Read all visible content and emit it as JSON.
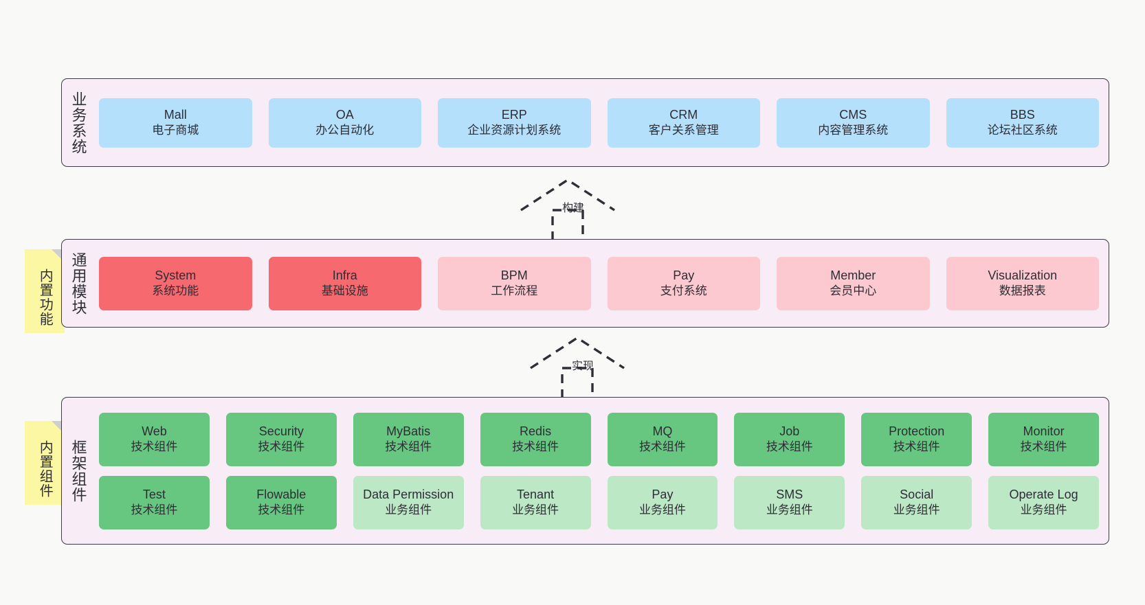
{
  "diagram": {
    "background_color": "#f9f9f7",
    "layer_background": "#f8ecf6",
    "layer_border": "#3b3b47",
    "colors": {
      "blue": "#b5e0fb",
      "red": "#f5696f",
      "red_light": "#fbc9cf",
      "green": "#67c780",
      "green_light": "#bce8c5",
      "note_yellow": "#fbf7a3"
    }
  },
  "layers": {
    "business": {
      "title": "业务系统",
      "cards": [
        {
          "en": "Mall",
          "cn": "电子商城",
          "color": "blue"
        },
        {
          "en": "OA",
          "cn": "办公自动化",
          "color": "blue"
        },
        {
          "en": "ERP",
          "cn": "企业资源计划系统",
          "color": "blue"
        },
        {
          "en": "CRM",
          "cn": "客户关系管理",
          "color": "blue"
        },
        {
          "en": "CMS",
          "cn": "内容管理系统",
          "color": "blue"
        },
        {
          "en": "BBS",
          "cn": "论坛社区系统",
          "color": "blue"
        }
      ]
    },
    "common": {
      "title": "通用模块",
      "note": "内置功能",
      "cards": [
        {
          "en": "System",
          "cn": "系统功能",
          "color": "red"
        },
        {
          "en": "Infra",
          "cn": "基础设施",
          "color": "red"
        },
        {
          "en": "BPM",
          "cn": "工作流程",
          "color": "red-light"
        },
        {
          "en": "Pay",
          "cn": "支付系统",
          "color": "red-light"
        },
        {
          "en": "Member",
          "cn": "会员中心",
          "color": "red-light"
        },
        {
          "en": "Visualization",
          "cn": "数据报表",
          "color": "red-light"
        }
      ]
    },
    "framework": {
      "title": "框架组件",
      "note": "内置组件",
      "row1": [
        {
          "en": "Web",
          "cn": "技术组件",
          "color": "green"
        },
        {
          "en": "Security",
          "cn": "技术组件",
          "color": "green"
        },
        {
          "en": "MyBatis",
          "cn": "技术组件",
          "color": "green"
        },
        {
          "en": "Redis",
          "cn": "技术组件",
          "color": "green"
        },
        {
          "en": "MQ",
          "cn": "技术组件",
          "color": "green"
        },
        {
          "en": "Job",
          "cn": "技术组件",
          "color": "green"
        },
        {
          "en": "Protection",
          "cn": "技术组件",
          "color": "green"
        },
        {
          "en": "Monitor",
          "cn": "技术组件",
          "color": "green"
        }
      ],
      "row2": [
        {
          "en": "Test",
          "cn": "技术组件",
          "color": "green"
        },
        {
          "en": "Flowable",
          "cn": "技术组件",
          "color": "green"
        },
        {
          "en": "Data Permission",
          "cn": "业务组件",
          "color": "green-light"
        },
        {
          "en": "Tenant",
          "cn": "业务组件",
          "color": "green-light"
        },
        {
          "en": "Pay",
          "cn": "业务组件",
          "color": "green-light"
        },
        {
          "en": "SMS",
          "cn": "业务组件",
          "color": "green-light"
        },
        {
          "en": "Social",
          "cn": "业务组件",
          "color": "green-light"
        },
        {
          "en": "Operate Log",
          "cn": "业务组件",
          "color": "green-light"
        }
      ]
    }
  },
  "connectors": [
    {
      "id": "build",
      "label": "构建",
      "style": "dashed-generalization",
      "from": "common",
      "to": "business"
    },
    {
      "id": "implement",
      "label": "实现",
      "style": "dashed-generalization",
      "from": "framework",
      "to": "common"
    }
  ]
}
